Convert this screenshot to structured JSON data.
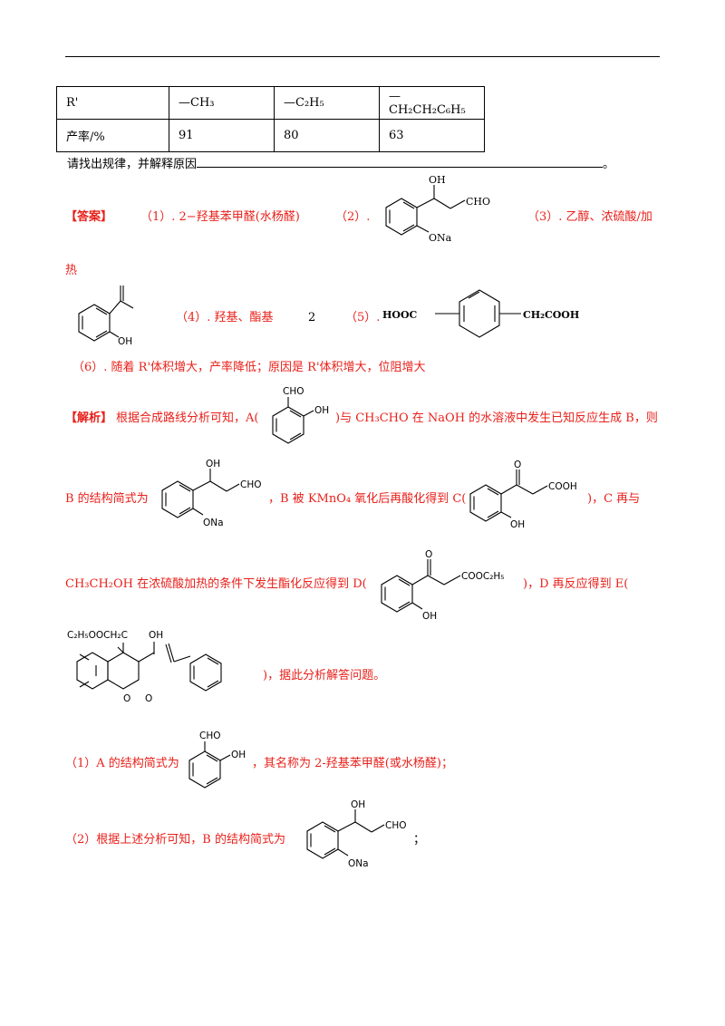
{
  "table": {
    "rows": [
      [
        "R'",
        "—CH₃",
        "—C₂H₅",
        "—CH₂CH₂C₆H₅"
      ],
      [
        "产率/%",
        "91",
        "80",
        "63"
      ]
    ]
  },
  "question_tail": "请找出规律，并解释原因",
  "question_end": "。",
  "answer": {
    "tag": "【答案】",
    "p1": "（1）. 2−羟基苯甲醛(水杨醛)",
    "p2": "（2）.",
    "p3": "（3）. 乙醇、浓硫酸/加",
    "p3_cont": "热",
    "p4": "（4）. 羟基、酯基",
    "p4_num": "2",
    "p5": "（5）.",
    "p6": "（6）. 随着 R'体积增大，产率降低；原因是 R'体积增大，位阻增大"
  },
  "analysis": {
    "tag": "【解析】",
    "l1a": "根据合成路线分析可知，A(",
    "l1b": ")与 CH₃CHO 在 NaOH 的水溶液中发生已知反应生成 B，则",
    "l2a": "B 的结构简式为",
    "l2b": "，B 被 KMnO₄ 氧化后再酸化得到 C(",
    "l2c": ")，C 再与",
    "l3a": "CH₃CH₂OH 在浓硫酸加热的条件下发生酯化反应得到 D(",
    "l3b": ")，D 再反应得到 E(",
    "l4": ")，据此分析解答问题。",
    "s1a": "（1）A 的结构简式为",
    "s1b": "，其名称为 2-羟基苯甲醛(或水杨醛)；",
    "s2a": "（2）根据上述分析可知，B 的结构简式为",
    "s2b": "；"
  },
  "labels": {
    "oh": "OH",
    "cho": "CHO",
    "ona": "ONa",
    "o": "O",
    "cooh": "COOH",
    "hooc": "HOOC",
    "ch2cooh": "CH₂COOH",
    "cooc2h5": "COOC₂H₅",
    "c2h5oocch2": "C₂H₅OOCH₂C"
  }
}
